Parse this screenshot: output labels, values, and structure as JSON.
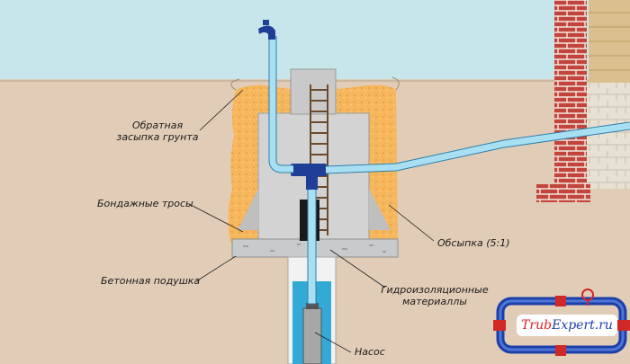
{
  "labels": {
    "backfill_line1": "Обратная",
    "backfill_line2": "засыпка грунта",
    "bandage_ropes": "Бондажные тросы",
    "concrete_pad": "Бетонная подушка",
    "pump": "Насос",
    "sand_fill": "Обсыпка (5:1)",
    "waterproof_line1": "Гидроизоляционные",
    "waterproof_line2": "материаллы"
  },
  "logo": {
    "part1": "Trub",
    "part2": "Expert.ru"
  },
  "colors": {
    "sky": "#c7e6ec",
    "ground": "#e1cdb7",
    "sand": "#f6b65c",
    "concrete": "#d3d3d3",
    "water_pipe": "#a9dff3",
    "outlet_pipe": "#1f3f96",
    "brick": "#c2443b",
    "logo_red": "#e02020",
    "logo_blue": "#1b3fa8"
  }
}
